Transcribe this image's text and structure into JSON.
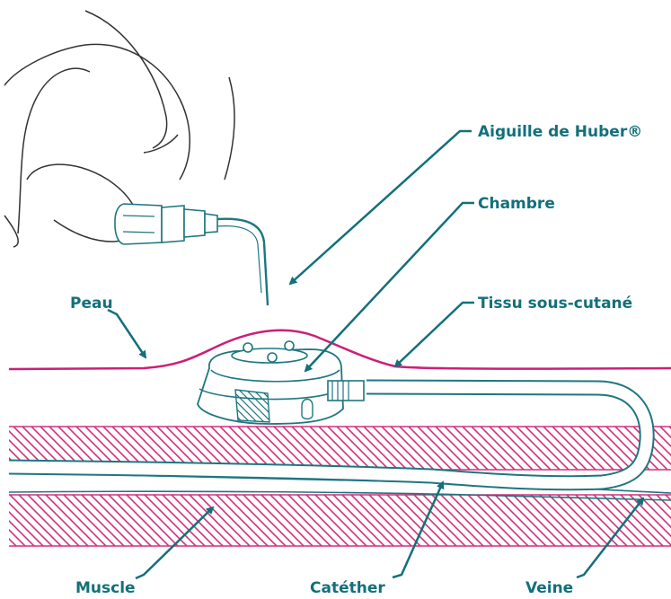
{
  "labels": {
    "huber": "Aiguille de Huber®",
    "chambre": "Chambre",
    "peau": "Peau",
    "tissu": "Tissu sous-cutané",
    "muscle": "Muscle",
    "catheter": "Catéther",
    "veine": "Veine"
  },
  "colors": {
    "label": "#12707a",
    "arrow": "#12707a",
    "skin": "#cc1f77",
    "muscle_hatch": "#d2307e",
    "device": "#1e7680",
    "hand": "#333333"
  }
}
